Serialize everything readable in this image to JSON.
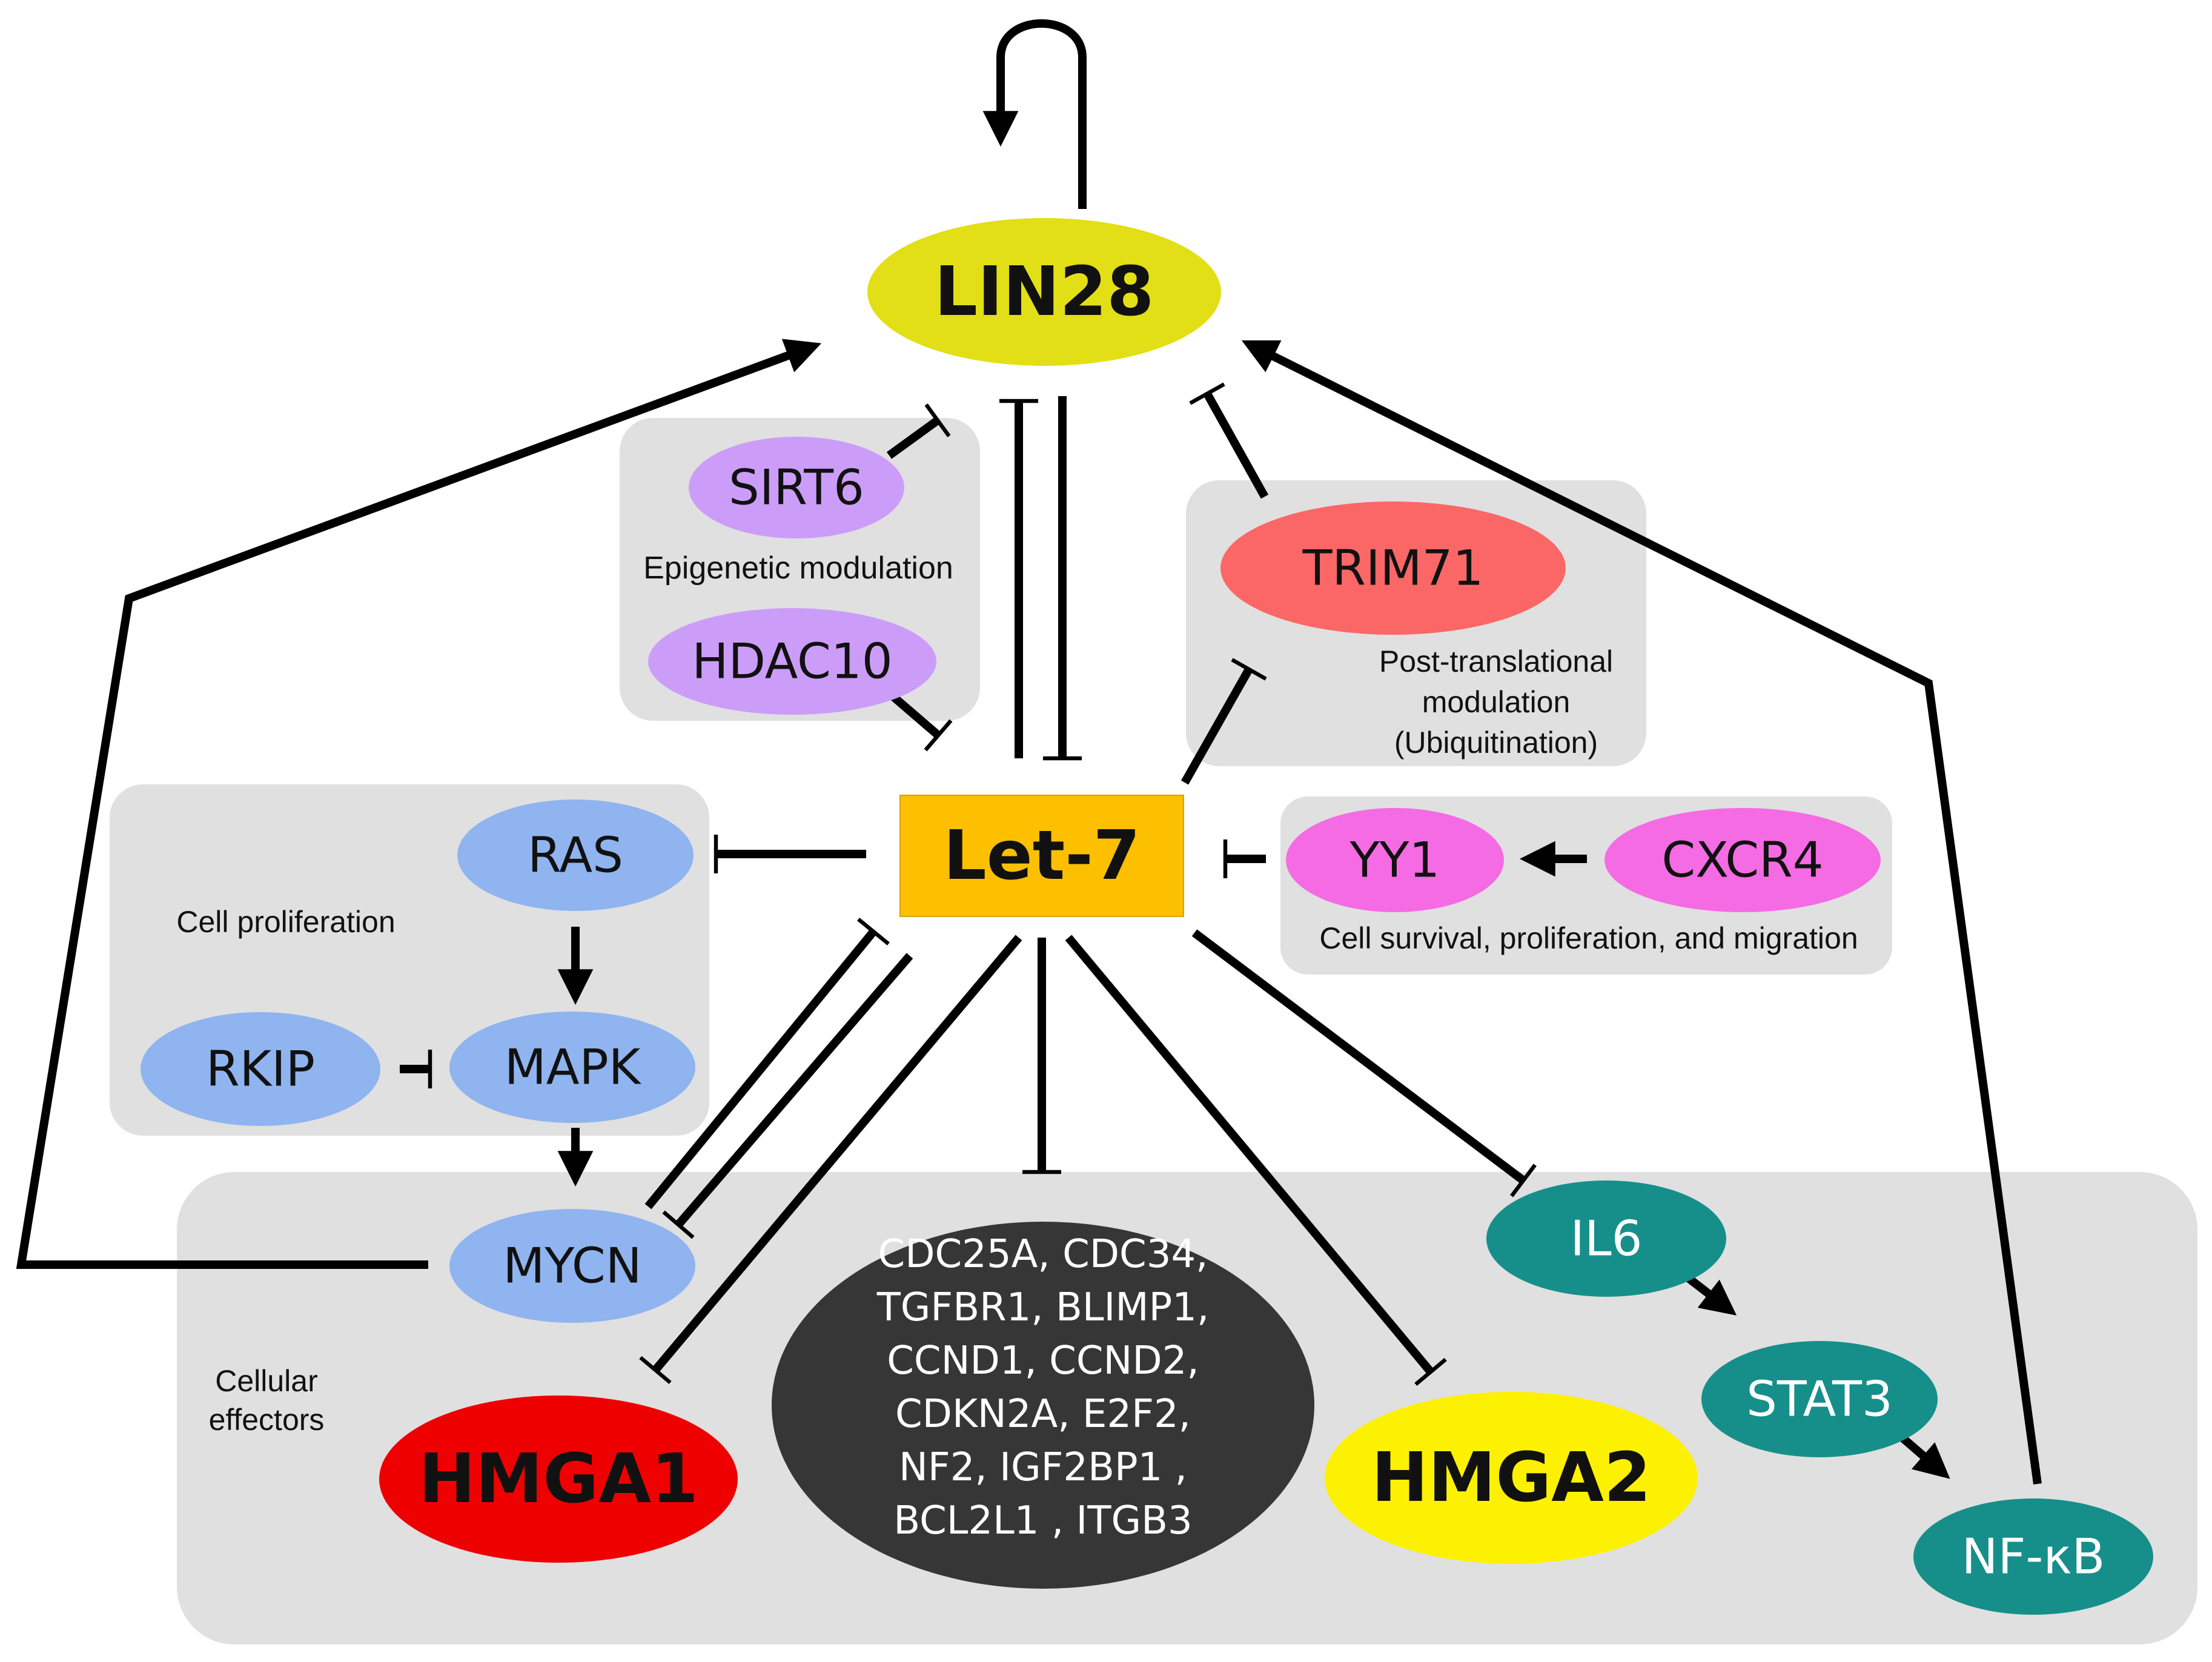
{
  "nodes": {
    "lin28": "LIN28",
    "let7": "Let-7",
    "sirt6": "SIRT6",
    "hdac10": "HDAC10",
    "trim71": "TRIM71",
    "yy1": "YY1",
    "cxcr4": "CXCR4",
    "ras": "RAS",
    "mapk": "MAPK",
    "rkip": "RKIP",
    "mycn": "MYCN",
    "hmga1": "HMGA1",
    "hmga2": "HMGA2",
    "il6": "IL6",
    "stat3": "STAT3",
    "nfkb": "NF-κB",
    "targets_lines": [
      "CDC25A, CDC34,",
      "TGFBR1, BLIMP1,",
      "CCND1, CCND2,",
      "CDKN2A, E2F2,",
      "NF2, IGF2BP1 ,",
      "BCL2L1 , ITGB3"
    ]
  },
  "groups": {
    "epigenetic": "Epigenetic modulation",
    "post_translational_lines": [
      "Post-translational",
      "modulation",
      "(Ubiquitination)"
    ],
    "cell_survival": "Cell survival, proliferation, and migration",
    "cell_proliferation": "Cell proliferation",
    "cellular_effectors_lines": [
      "Cellular",
      "effectors"
    ]
  },
  "colors": {
    "group_box": "#e0e0e0",
    "lin28": "#e2df16",
    "let7": "#fcc000",
    "purple": "#cc9df8",
    "trim71": "#fb6767",
    "pink": "#f56be3",
    "blue": "#8fb4ef",
    "hmga1": "#ef0000",
    "hmga2": "#fdf102",
    "dark": "#363636",
    "teal": "#168f8b",
    "edge": "#000000"
  }
}
